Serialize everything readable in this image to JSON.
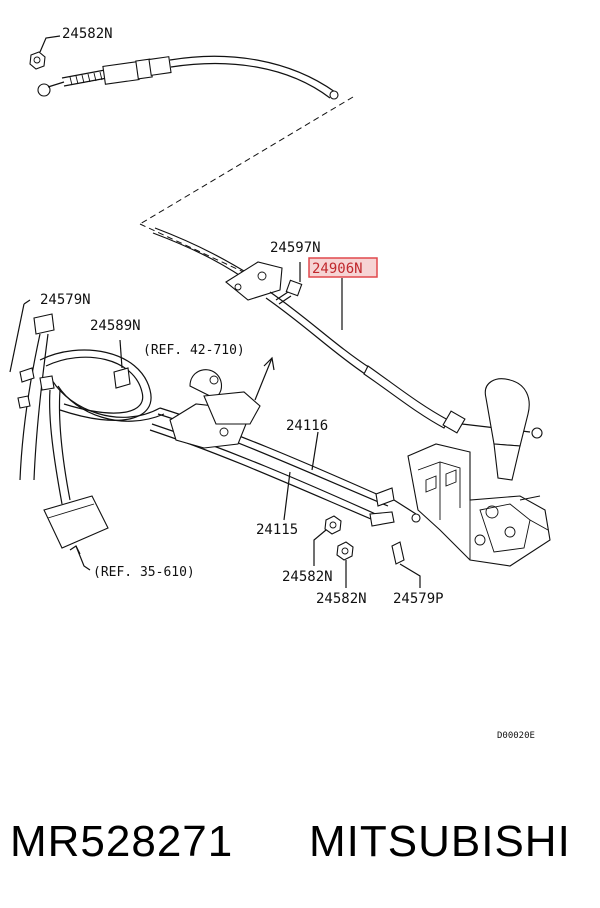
{
  "labels": {
    "p24582n_top": "24582N",
    "p24597n": "24597N",
    "p24906n": "24906N",
    "p24579n": "24579N",
    "p24589n": "24589N",
    "p24116": "24116",
    "p24115": "24115",
    "p24582n_a": "24582N",
    "p24582n_b": "24582N",
    "p24579p": "24579P"
  },
  "refs": {
    "ref_42_710": "(REF. 42-710)",
    "ref_35_610": "(REF. 35-610)"
  },
  "diagram_code": "D00020E",
  "caption": {
    "part_number": "MR528271",
    "brand": "MITSUBISHI"
  },
  "colors": {
    "highlight": "#e0484d",
    "highlight_fill": "#f6d4d4"
  }
}
